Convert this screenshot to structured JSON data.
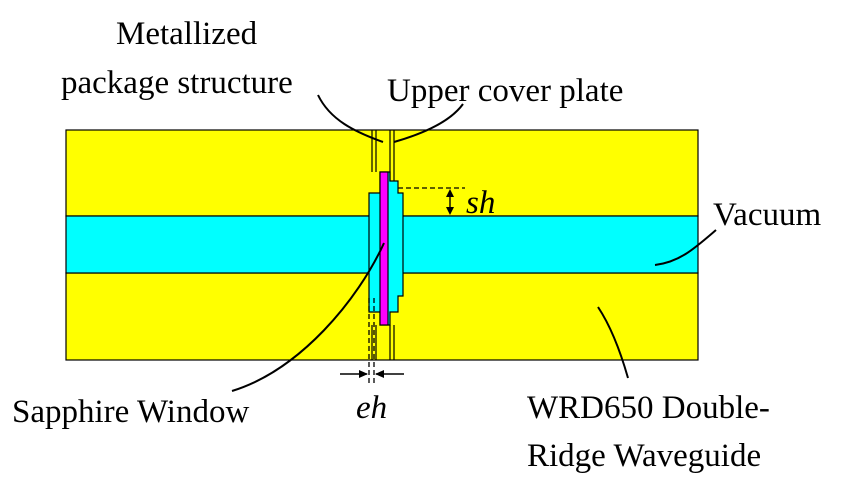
{
  "labels": {
    "package_line1": "Metallized",
    "package_line2": "package structure",
    "upper_cover": "Upper cover plate",
    "vacuum": "Vacuum",
    "sapphire": "Sapphire Window",
    "waveguide_line1": "WRD650 Double-",
    "waveguide_line2": "Ridge Waveguide",
    "dim_sh": "sh",
    "dim_eh": "eh"
  },
  "colors": {
    "metal": "#FFFF00",
    "vacuum": "#00FFFF",
    "sapphire": "#FF00FF",
    "outline": "#000000"
  }
}
